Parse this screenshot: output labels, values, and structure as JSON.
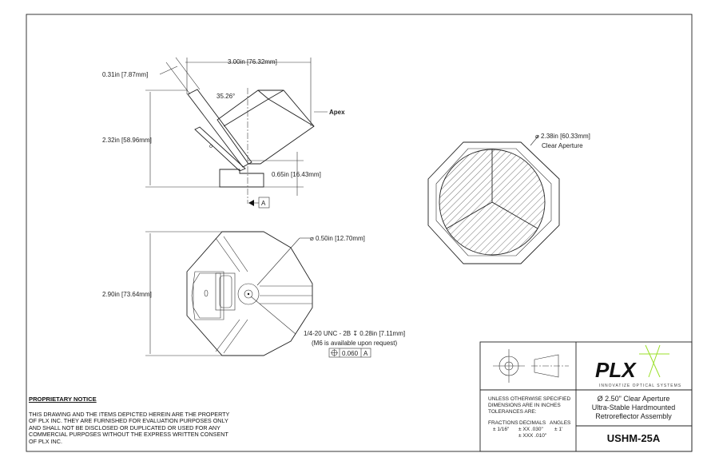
{
  "side_view": {
    "thickness": "0.31in",
    "thickness_mm": "7.87mm",
    "width": "3.00in",
    "width_mm": "76.32mm",
    "angle": "35.26°",
    "apex_label": "Apex",
    "height": "2.32in",
    "height_mm": "58.96mm",
    "apex_height": "0.65in",
    "apex_height_mm": "16.43mm",
    "datum": "A"
  },
  "front_view": {
    "aperture": "2.38in",
    "aperture_mm": "60.33mm",
    "aperture_label": "Clear Aperture"
  },
  "bottom_view": {
    "bore": "0.50in",
    "bore_mm": "12.70mm",
    "height": "2.90in",
    "height_mm": "73.64mm",
    "thread": "1/4-20 UNC - 2B",
    "depth": "0.28in",
    "depth_mm": "7.11mm",
    "thread_note": "(M6 is available upon request)",
    "tolerance_value": "0.060",
    "tolerance_datum": "A"
  },
  "notice": {
    "title": "PROPRIETARY NOTICE",
    "body": "THIS DRAWING AND THE ITEMS DEPICTED HEREIN ARE THE PROPERTY OF PLX INC. THEY ARE FURNISHED FOR EVALUATION PURPOSES ONLY AND SHALL NOT BE DISCLOSED OR DUPLICATED OR USED FOR ANY COMMERCIAL PURPOSES WITHOUT THE EXPRESS WRITTEN CONSENT OF PLX INC."
  },
  "title_block": {
    "logo_text": "PLX",
    "logo_tagline": "INNOVATIZE OPTICAL SYSTEMS",
    "tol_line1": "UNLESS OTHERWISE SPECIFIED",
    "tol_line2": "DIMENSIONS ARE IN INCHES",
    "tol_line3": "TOLERANCES ARE:",
    "fractions_label": "FRACTIONS",
    "fractions_value": "± 1/16\"",
    "decimals_label": "DECIMALS",
    "decimals_xx": "± XX  .030\"",
    "decimals_xxx": "± XXX .010\"",
    "angles_label": "ANGLES",
    "angles_value": "± 1'",
    "desc_line1": "Ø 2.50\" Clear Aperture",
    "desc_line2": "Ultra-Stable Hardmounted",
    "desc_line3": "Retroreflector Assembly",
    "part_number": "USHM-25A"
  },
  "colors": {
    "logo_green": "#9be02a",
    "line": "#222222"
  }
}
